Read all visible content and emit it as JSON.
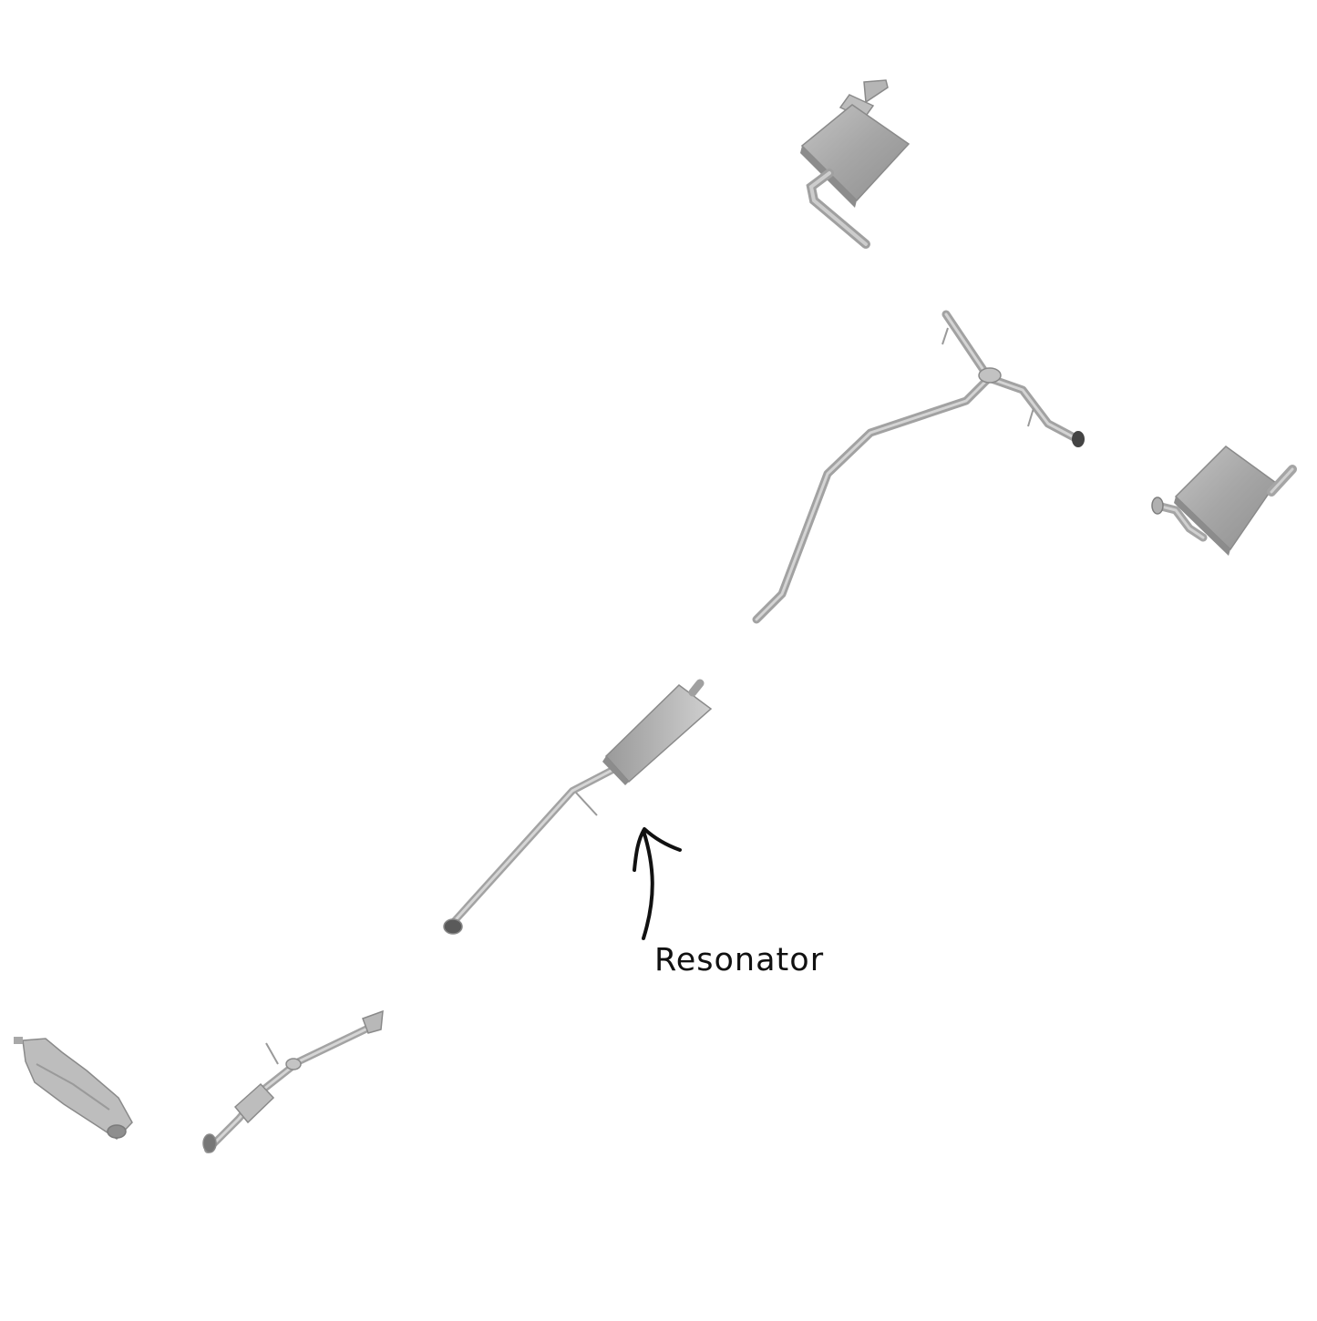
{
  "annotation": {
    "label": "Resonator",
    "color": "#111111"
  },
  "parts": [
    {
      "name": "exhaust-manifold-catalytic-converter"
    },
    {
      "name": "front-pipe-with-catalytic-converter"
    },
    {
      "name": "resonator-pipe"
    },
    {
      "name": "y-pipe"
    },
    {
      "name": "left-rear-muffler"
    },
    {
      "name": "right-rear-muffler"
    }
  ],
  "colors": {
    "background": "#ffffff",
    "metal_light": "#d2d2d2",
    "metal_mid": "#a9a9a9",
    "metal_dark": "#7d7d7d",
    "arrow": "#111111"
  }
}
